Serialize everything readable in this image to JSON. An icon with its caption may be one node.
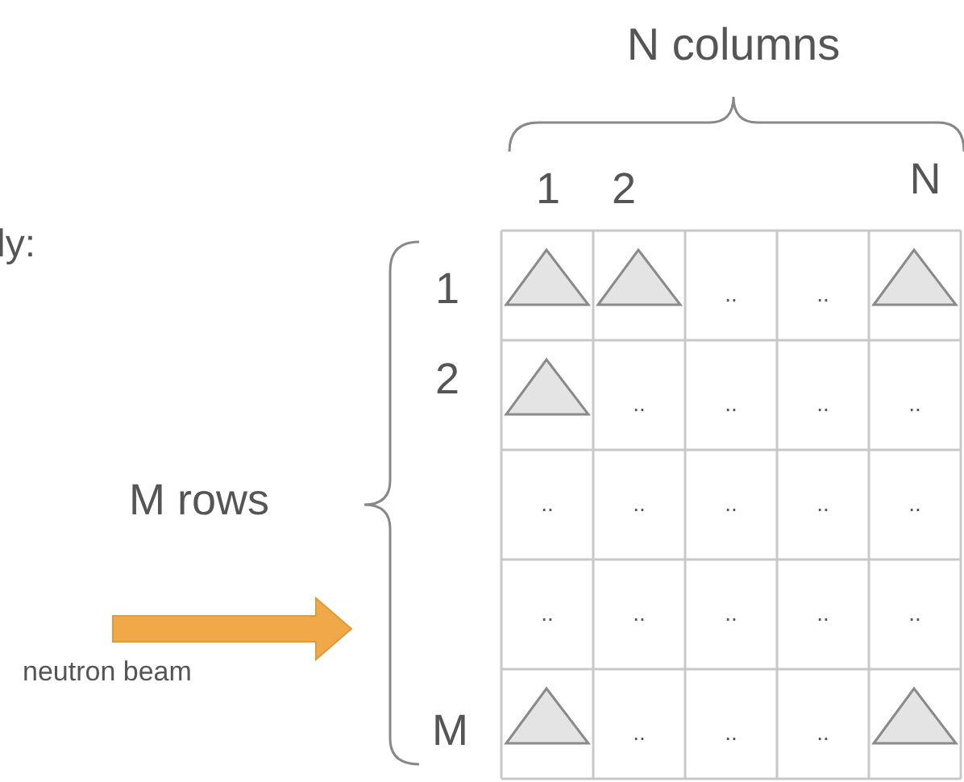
{
  "diagram": {
    "labels": [
      "N columns",
      "1",
      "2",
      "N",
      "ly:",
      "1",
      "2",
      "M rows",
      "M",
      "neutron beam",
      "..",
      "..",
      "..",
      "..",
      "..",
      "..",
      "..",
      "..",
      "..",
      "..",
      "..",
      "..",
      "..",
      "..",
      "..",
      "..",
      "..",
      "..",
      ".."
    ]
  }
}
